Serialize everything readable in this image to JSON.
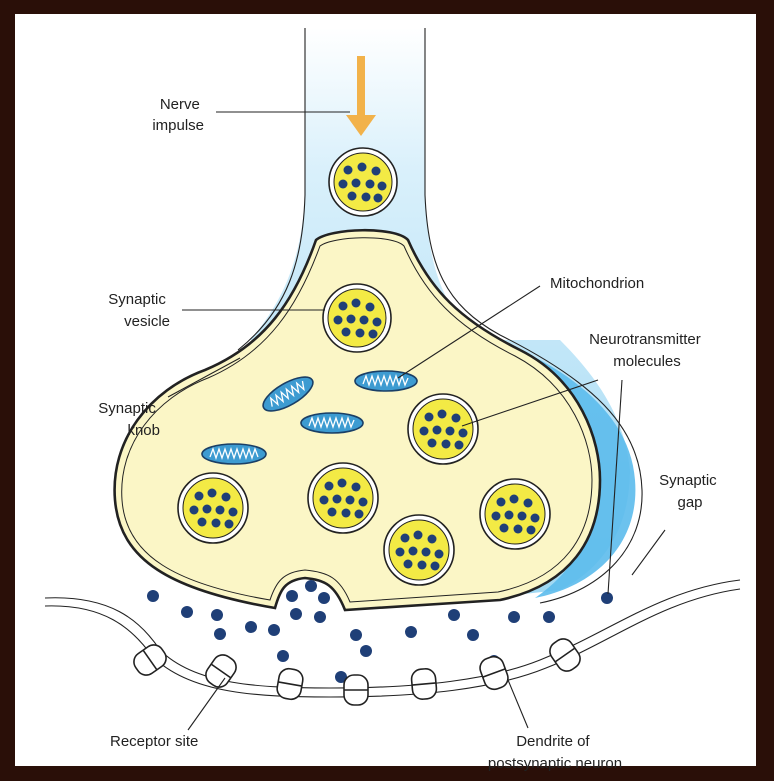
{
  "labels": {
    "nerve_impulse": [
      "Nerve",
      "impulse"
    ],
    "synaptic_vesicle": [
      "Synaptic",
      "vesicle"
    ],
    "synaptic_knob": [
      "Synaptic",
      "knob"
    ],
    "mitochondrion": "Mitochondrion",
    "neurotransmitter": [
      "Neurotransmitter",
      "molecules"
    ],
    "synaptic_gap": [
      "Synaptic",
      "gap"
    ],
    "receptor_site": "Receptor site",
    "dendrite": [
      "Dendrite of",
      "postsynaptic neuron"
    ]
  },
  "colors": {
    "cytoplasm": "#fbf6c6",
    "axon_fill": "#9fd8f3",
    "axon_shade": "#5cbbec",
    "mitochondria": "#3d9bd1",
    "vesicle_fill": "#f3ea45",
    "molecule": "#1f3f77",
    "arrow": "#f2b24a",
    "background": "#2a0f08"
  }
}
